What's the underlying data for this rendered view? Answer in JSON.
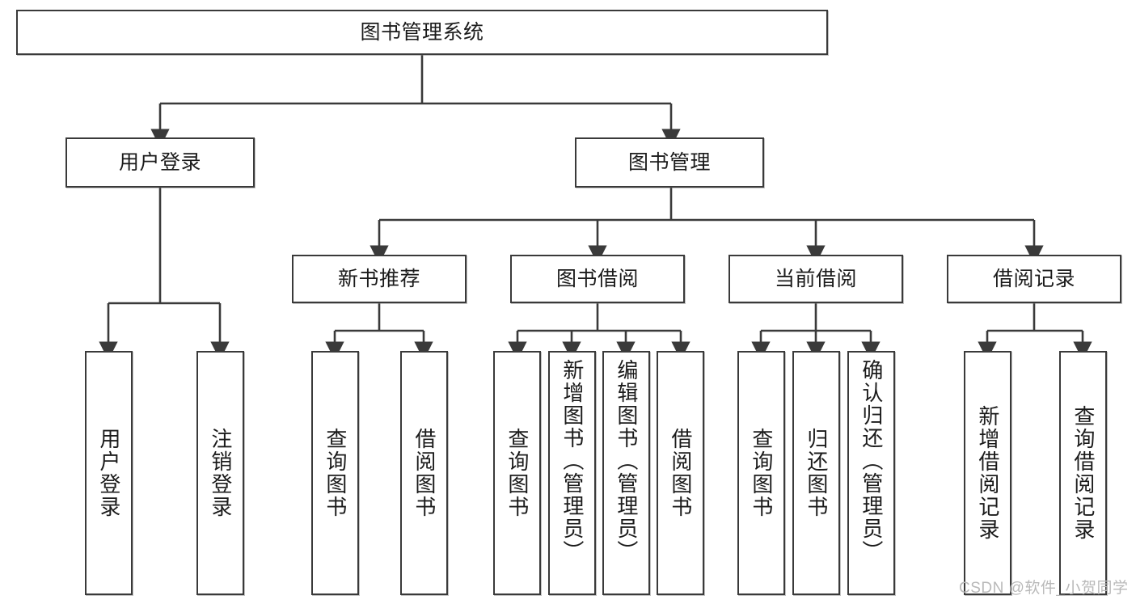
{
  "diagram": {
    "title": "图书管理系统",
    "type": "tree-hierarchy-diagram",
    "root": {
      "label": "图书管理系统"
    },
    "level1": [
      {
        "label": "用户登录"
      },
      {
        "label": "图书管理"
      }
    ],
    "level2": [
      {
        "label": "新书推荐"
      },
      {
        "label": "图书借阅"
      },
      {
        "label": "当前借阅"
      },
      {
        "label": "借阅记录"
      }
    ],
    "leaves": {
      "user_login": [
        {
          "label": "用户登录"
        },
        {
          "label": "注销登录"
        }
      ],
      "new_book_recommend": [
        {
          "label": "查询图书"
        },
        {
          "label": "借阅图书"
        }
      ],
      "book_borrow": [
        {
          "label": "查询图书"
        },
        {
          "label": "新增图书（管理员）"
        },
        {
          "label": "编辑图书（管理员）"
        },
        {
          "label": "借阅图书"
        }
      ],
      "current_borrow": [
        {
          "label": "查询图书"
        },
        {
          "label": "归还图书"
        },
        {
          "label": "确认归还（管理员）"
        }
      ],
      "borrow_records": [
        {
          "label": "新增借阅记录"
        },
        {
          "label": "查询借阅记录"
        }
      ]
    }
  },
  "watermark": {
    "text": "CSDN @软件_小贺同学"
  },
  "colors": {
    "stroke": "#3a3a3a",
    "background": "#ffffff",
    "text": "#1b1b1b",
    "watermark": "#b9b9b9"
  }
}
